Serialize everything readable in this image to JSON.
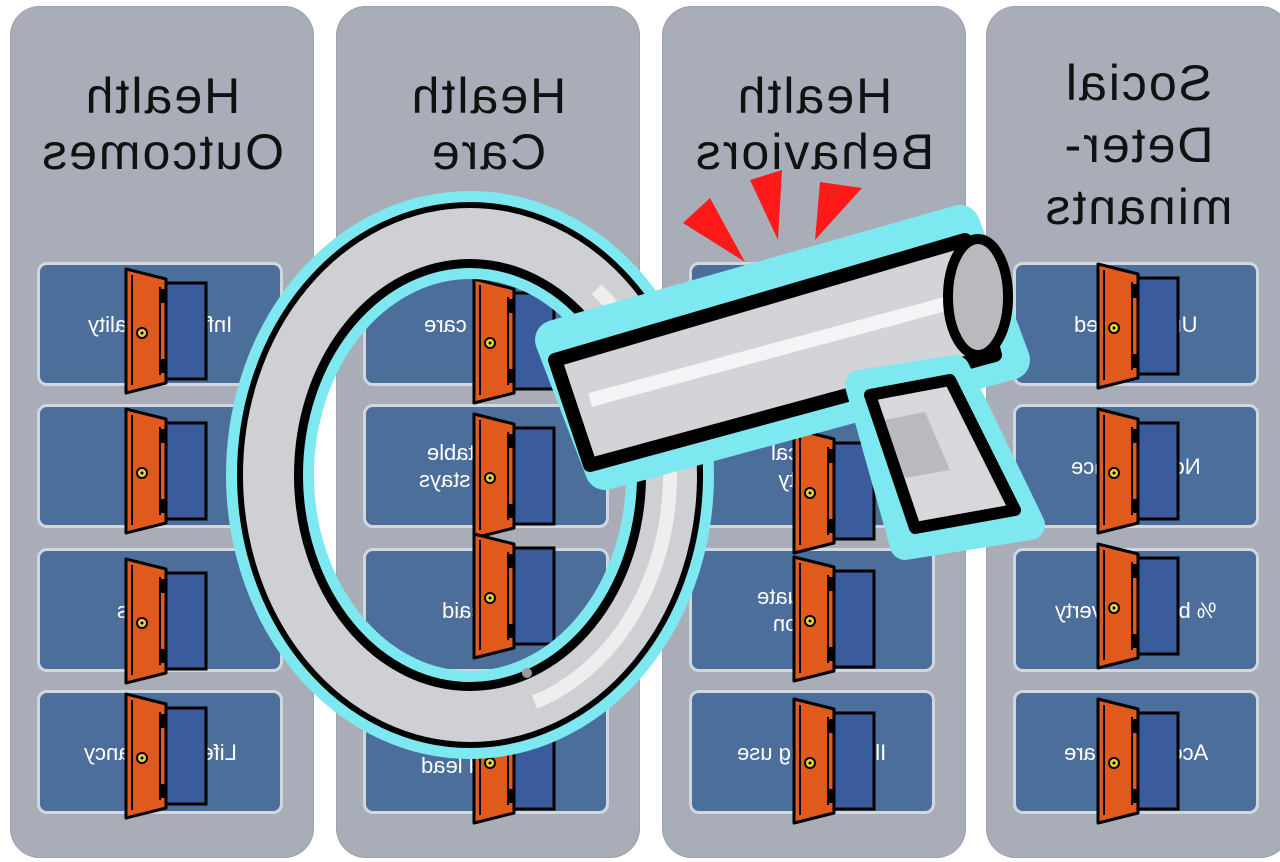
{
  "columns": [
    {
      "title": "Health\nOutcomes",
      "boxes": [
        "Infant mortality",
        "",
        "Diabetes",
        "Life expectancy"
      ]
    },
    {
      "title": "Health\nCare",
      "boxes": [
        "Primary care",
        "Preventable\nhospital stays",
        "Medicaid",
        "Children w/\nelevated lead"
      ]
    },
    {
      "title": "Health\nBehaviors",
      "boxes": [
        "",
        "Physical\nactivity",
        "Inadequate\nnutrition",
        "Illegal drug use"
      ]
    },
    {
      "title": "Social\nDeter-\nminants",
      "boxes": [
        "Unemployed",
        "No insurance",
        "% below poverty",
        "Access to care"
      ]
    }
  ],
  "colors": {
    "column_bg": "#a9adb8",
    "box_bg": "#4c6e9a",
    "door_orange": "#e05a1e",
    "door_blue": "#3b5c9c",
    "key_outline": "#7ee8f0",
    "key_body": "#cfd0d4",
    "spark_red": "#ff1a1a"
  },
  "icons": {
    "key": "key-icon",
    "door": "open-door-icon",
    "spark": "alert-spark-icon"
  }
}
